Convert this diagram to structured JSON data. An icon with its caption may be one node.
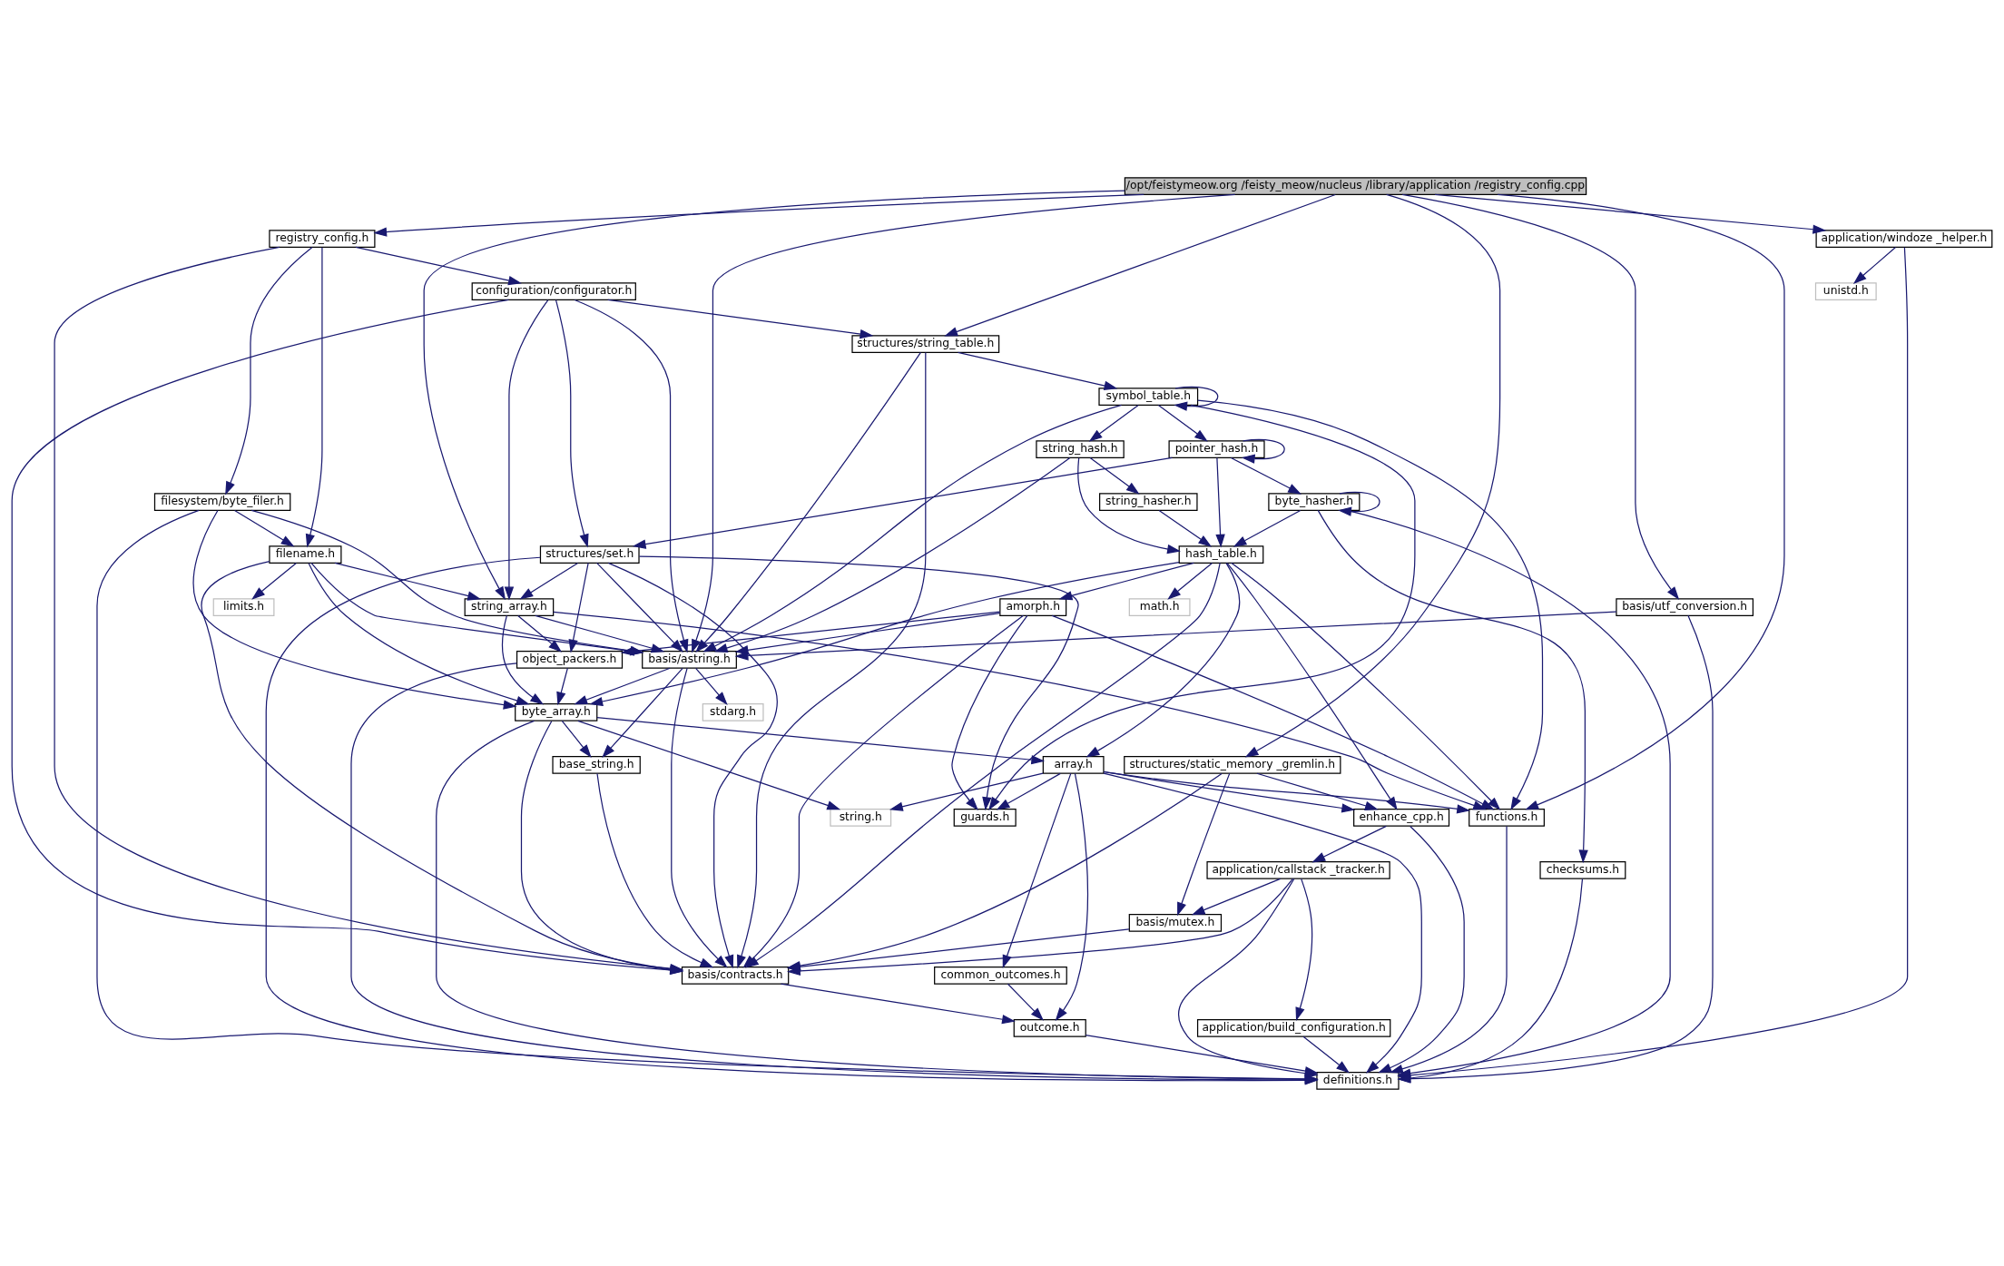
{
  "diagram": {
    "nodes": [
      {
        "text": [
          "/opt/feistymeow.org /feisty_meow/nucleus /library/application /registry_config.cpp"
        ]
      },
      {
        "text": [
          "registry_config.h"
        ]
      },
      {
        "text": [
          "application/windoze _helper.h"
        ]
      },
      {
        "text": [
          "configuration/configurator.h"
        ]
      },
      {
        "text": [
          "unistd.h"
        ]
      },
      {
        "text": [
          "structures/string_table.h"
        ]
      },
      {
        "text": [
          "symbol_table.h"
        ]
      },
      {
        "text": [
          "pointer_hash.h"
        ]
      },
      {
        "text": [
          "string_hash.h"
        ]
      },
      {
        "text": [
          "byte_hasher.h"
        ]
      },
      {
        "text": [
          "string_hasher.h"
        ]
      },
      {
        "text": [
          "filesystem/byte_filer.h"
        ]
      },
      {
        "text": [
          "hash_table.h"
        ]
      },
      {
        "text": [
          "structures/set.h"
        ]
      },
      {
        "text": [
          "filename.h"
        ]
      },
      {
        "text": [
          "math.h"
        ]
      },
      {
        "text": [
          "amorph.h"
        ]
      },
      {
        "text": [
          "string_array.h"
        ]
      },
      {
        "text": [
          "limits.h"
        ]
      },
      {
        "text": [
          "basis/utf_conversion.h"
        ]
      },
      {
        "text": [
          "object_packers.h"
        ]
      },
      {
        "text": [
          "basis/astring.h"
        ]
      },
      {
        "text": [
          "stdarg.h"
        ]
      },
      {
        "text": [
          "byte_array.h"
        ]
      },
      {
        "text": [
          "array.h"
        ]
      },
      {
        "text": [
          "structures/static_memory _gremlin.h"
        ]
      },
      {
        "text": [
          "base_string.h"
        ]
      },
      {
        "text": [
          "functions.h"
        ]
      },
      {
        "text": [
          "enhance_cpp.h"
        ]
      },
      {
        "text": [
          "guards.h"
        ]
      },
      {
        "text": [
          "string.h"
        ]
      },
      {
        "text": [
          "checksums.h"
        ]
      },
      {
        "text": [
          "application/callstack _tracker.h"
        ]
      },
      {
        "text": [
          "basis/mutex.h"
        ]
      },
      {
        "text": [
          "common_outcomes.h"
        ]
      },
      {
        "text": [
          "basis/contracts.h"
        ]
      },
      {
        "text": [
          "application/build_configuration.h"
        ]
      },
      {
        "text": [
          "outcome.h"
        ]
      },
      {
        "text": [
          "definitions.h"
        ]
      }
    ],
    "edges": [
      {
        "from": 0,
        "to": 27,
        "arrow": "to"
      },
      {
        "from": 0,
        "to": 25,
        "arrow": "to"
      },
      {
        "from": 0,
        "to": 5,
        "arrow": "to"
      },
      {
        "from": 0,
        "to": 17,
        "arrow": "to"
      },
      {
        "from": 0,
        "to": 21,
        "arrow": "to"
      },
      {
        "from": 0,
        "to": 1,
        "arrow": "to"
      },
      {
        "from": 0,
        "to": 19,
        "arrow": "to"
      },
      {
        "from": 0,
        "to": 2,
        "arrow": "to"
      },
      {
        "from": 1,
        "to": 3,
        "arrow": "to"
      },
      {
        "from": 1,
        "to": 11,
        "arrow": "to"
      },
      {
        "from": 1,
        "to": 14,
        "arrow": "to"
      },
      {
        "from": 1,
        "to": 35,
        "arrow": "to"
      },
      {
        "from": 2,
        "to": 4,
        "arrow": "to"
      },
      {
        "from": 2,
        "to": 38,
        "arrow": "to"
      },
      {
        "from": 3,
        "to": 5,
        "arrow": "to"
      },
      {
        "from": 3,
        "to": 17,
        "arrow": "to"
      },
      {
        "from": 3,
        "to": 13,
        "arrow": "to"
      },
      {
        "from": 3,
        "to": 21,
        "arrow": "to"
      },
      {
        "from": 3,
        "to": 35,
        "arrow": "to"
      },
      {
        "from": 5,
        "to": 6,
        "arrow": "to"
      },
      {
        "from": 5,
        "to": 35,
        "arrow": "to"
      },
      {
        "from": 5,
        "to": 21,
        "arrow": "to"
      },
      {
        "from": 6,
        "to": 6,
        "arrow": "to"
      },
      {
        "from": 6,
        "to": 7,
        "arrow": "to"
      },
      {
        "from": 6,
        "to": 8,
        "arrow": "to"
      },
      {
        "from": 6,
        "to": 27,
        "arrow": "to"
      },
      {
        "from": 6,
        "to": 29,
        "arrow": "to"
      },
      {
        "from": 6,
        "to": 21,
        "arrow": "to"
      },
      {
        "from": 7,
        "to": 7,
        "arrow": "to"
      },
      {
        "from": 7,
        "to": 9,
        "arrow": "to"
      },
      {
        "from": 7,
        "to": 12,
        "arrow": "to"
      },
      {
        "from": 7,
        "to": 13,
        "arrow": "to"
      },
      {
        "from": 8,
        "to": 10,
        "arrow": "to"
      },
      {
        "from": 8,
        "to": 12,
        "arrow": "to"
      },
      {
        "from": 8,
        "to": 21,
        "arrow": "to"
      },
      {
        "from": 9,
        "to": 9,
        "arrow": "to"
      },
      {
        "from": 9,
        "to": 12,
        "arrow": "to"
      },
      {
        "from": 9,
        "to": 38,
        "arrow": "to"
      },
      {
        "from": 9,
        "to": 31,
        "arrow": "to"
      },
      {
        "from": 10,
        "to": 12,
        "arrow": "to"
      },
      {
        "from": 11,
        "to": 14,
        "arrow": "to"
      },
      {
        "from": 11,
        "to": 21,
        "arrow": "to"
      },
      {
        "from": 11,
        "to": 23,
        "arrow": "to"
      },
      {
        "from": 11,
        "to": 38,
        "arrow": "to"
      },
      {
        "from": 12,
        "to": 15,
        "arrow": "to"
      },
      {
        "from": 12,
        "to": 16,
        "arrow": "to"
      },
      {
        "from": 12,
        "to": 23,
        "arrow": "to"
      },
      {
        "from": 12,
        "to": 35,
        "arrow": "to"
      },
      {
        "from": 12,
        "to": 27,
        "arrow": "to"
      },
      {
        "from": 12,
        "to": 28,
        "arrow": "to"
      },
      {
        "from": 12,
        "to": 24,
        "arrow": "to"
      },
      {
        "from": 13,
        "to": 17,
        "arrow": "to"
      },
      {
        "from": 13,
        "to": 29,
        "arrow": "to"
      },
      {
        "from": 13,
        "to": 35,
        "arrow": "to"
      },
      {
        "from": 13,
        "to": 20,
        "arrow": "to"
      },
      {
        "from": 13,
        "to": 21,
        "arrow": "to"
      },
      {
        "from": 13,
        "to": 38,
        "arrow": "to"
      },
      {
        "from": 14,
        "to": 17,
        "arrow": "to"
      },
      {
        "from": 14,
        "to": 21,
        "arrow": "to"
      },
      {
        "from": 14,
        "to": 18,
        "arrow": "to"
      },
      {
        "from": 14,
        "to": 23,
        "arrow": "to"
      },
      {
        "from": 14,
        "to": 35,
        "arrow": "to"
      },
      {
        "from": 16,
        "to": 27,
        "arrow": "to"
      },
      {
        "from": 16,
        "to": 29,
        "arrow": "to"
      },
      {
        "from": 16,
        "to": 35,
        "arrow": "to"
      },
      {
        "from": 16,
        "to": 20,
        "arrow": "to"
      },
      {
        "from": 16,
        "to": 21,
        "arrow": "to"
      },
      {
        "from": 17,
        "to": 27,
        "arrow": "to"
      },
      {
        "from": 17,
        "to": 20,
        "arrow": "to"
      },
      {
        "from": 17,
        "to": 21,
        "arrow": "to"
      },
      {
        "from": 17,
        "to": 23,
        "arrow": "to"
      },
      {
        "from": 19,
        "to": 21,
        "arrow": "to"
      },
      {
        "from": 19,
        "to": 38,
        "arrow": "to"
      },
      {
        "from": 20,
        "to": 23,
        "arrow": "to"
      },
      {
        "from": 20,
        "to": 38,
        "arrow": "to"
      },
      {
        "from": 21,
        "to": 23,
        "arrow": "to"
      },
      {
        "from": 21,
        "to": 22,
        "arrow": "to"
      },
      {
        "from": 21,
        "to": 26,
        "arrow": "to"
      },
      {
        "from": 21,
        "to": 35,
        "arrow": "to"
      },
      {
        "from": 23,
        "to": 24,
        "arrow": "to"
      },
      {
        "from": 23,
        "to": 30,
        "arrow": "to"
      },
      {
        "from": 23,
        "to": 26,
        "arrow": "to"
      },
      {
        "from": 23,
        "to": 35,
        "arrow": "to"
      },
      {
        "from": 23,
        "to": 38,
        "arrow": "to"
      },
      {
        "from": 24,
        "to": 27,
        "arrow": "to"
      },
      {
        "from": 24,
        "to": 28,
        "arrow": "to"
      },
      {
        "from": 24,
        "to": 29,
        "arrow": "to"
      },
      {
        "from": 24,
        "to": 30,
        "arrow": "to"
      },
      {
        "from": 24,
        "to": 38,
        "arrow": "to"
      },
      {
        "from": 24,
        "to": 34,
        "arrow": "to"
      },
      {
        "from": 24,
        "to": 37,
        "arrow": "to"
      },
      {
        "from": 25,
        "to": 28,
        "arrow": "to"
      },
      {
        "from": 25,
        "to": 33,
        "arrow": "to"
      },
      {
        "from": 25,
        "to": 35,
        "arrow": "to"
      },
      {
        "from": 26,
        "to": 35,
        "arrow": "to"
      },
      {
        "from": 27,
        "to": 38,
        "arrow": "to"
      },
      {
        "from": 28,
        "to": 32,
        "arrow": "to"
      },
      {
        "from": 28,
        "to": 38,
        "arrow": "to"
      },
      {
        "from": 31,
        "to": 38,
        "arrow": "to"
      },
      {
        "from": 32,
        "to": 33,
        "arrow": "to"
      },
      {
        "from": 32,
        "to": 35,
        "arrow": "to"
      },
      {
        "from": 32,
        "to": 36,
        "arrow": "to"
      },
      {
        "from": 32,
        "to": 38,
        "arrow": "to"
      },
      {
        "from": 33,
        "to": 35,
        "arrow": "to"
      },
      {
        "from": 34,
        "to": 37,
        "arrow": "to"
      },
      {
        "from": 35,
        "to": 37,
        "arrow": "to"
      },
      {
        "from": 36,
        "to": 38,
        "arrow": "to"
      },
      {
        "from": 37,
        "to": 38,
        "arrow": "to"
      }
    ]
  }
}
